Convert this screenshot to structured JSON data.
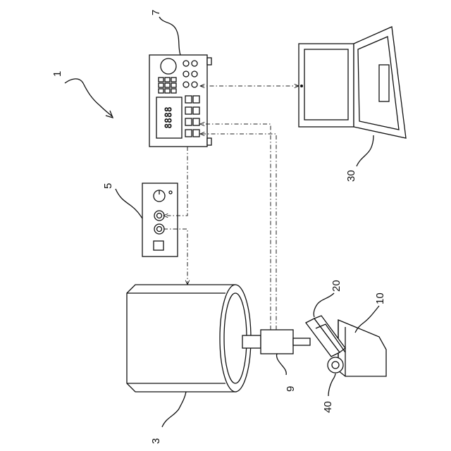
{
  "diagram": {
    "reference_numerals": {
      "system": "1",
      "electromagnet_device": "3",
      "power_supply": "5",
      "controller": "7",
      "sensor_unit": "9",
      "specimen_table": "10",
      "holder": "20",
      "computer": "30",
      "roller": "40"
    },
    "connections": [
      {
        "from": "controller",
        "to": "computer",
        "style": "dash-dot",
        "arrows": "both"
      },
      {
        "from": "controller",
        "to": "power_supply",
        "style": "dash-dot",
        "arrows": "end"
      },
      {
        "from": "power_supply",
        "to": "electromagnet_device",
        "style": "dash-dot",
        "arrows": "end"
      },
      {
        "from": "sensor_unit",
        "to": "controller",
        "style": "dash-dot",
        "arrows": "end"
      }
    ],
    "controller_display": "8888"
  }
}
